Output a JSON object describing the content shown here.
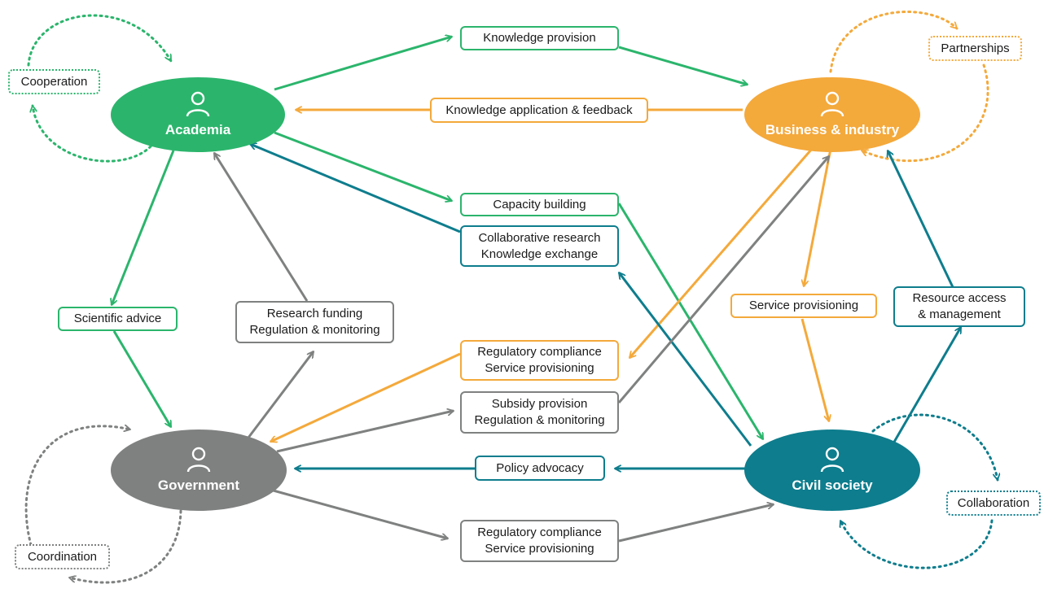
{
  "colors": {
    "academia": "#2bb56c",
    "business": "#f4a93b",
    "civil": "#0e7d8d",
    "government": "#7f8080"
  },
  "nodes": {
    "academia": "Academia",
    "business": "Business & industry",
    "government": "Government",
    "civil": "Civil society"
  },
  "icon": "person-icon",
  "loops": {
    "academia": "Cooperation",
    "business": "Partnerships",
    "government": "Coordination",
    "civil": "Collaboration"
  },
  "edges": {
    "knowledge_provision": [
      "Knowledge provision"
    ],
    "knowledge_application": [
      "Knowledge application & feedback"
    ],
    "capacity_building": [
      "Capacity building"
    ],
    "collaborative_research": [
      "Collaborative research",
      "Knowledge exchange"
    ],
    "scientific_advice": [
      "Scientific advice"
    ],
    "research_funding": [
      "Research funding",
      "Regulation & monitoring"
    ],
    "service_provisioning": [
      "Service provisioning"
    ],
    "resource_access": [
      "Resource access",
      "& management"
    ],
    "regulatory_compliance_business": [
      "Regulatory compliance",
      "Service provisioning"
    ],
    "subsidy_provision": [
      "Subsidy provision",
      "Regulation & monitoring"
    ],
    "policy_advocacy": [
      "Policy advocacy"
    ],
    "regulatory_compliance_civil": [
      "Regulatory compliance",
      "Service provisioning"
    ]
  }
}
